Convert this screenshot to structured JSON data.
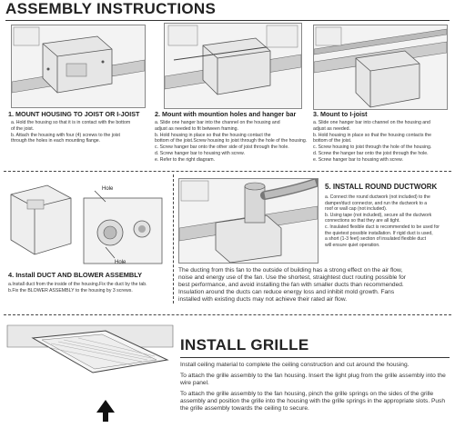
{
  "header": {
    "title": "ASSEMBLY INSTRUCTIONS"
  },
  "steps": [
    {
      "title": "1. MOUNT HOUSING TO JOIST OR I-JOIST",
      "lines": [
        "a. Hold the housing so that it is in contact with the bottom",
        "    of the joist.",
        "b. Attach the housing with four (4) screws to the joist",
        "    through the holes in each mounting flange."
      ]
    },
    {
      "title": "2. Mount with mountion holes and hanger bar",
      "lines": [
        "a. Slide one hanger bar into the channel on the housing and",
        "    adjust as needed to fit between framing.",
        "b. Hold housing in place so that the housing contact the",
        "    bottom of the joist.Screw housing to joist through the hole of the housing.",
        "c. Screw hanger bar onto the other side of joist through the hole.",
        "d. Screw hanger bar to housing with screw.",
        "e. Refer to the right diagram."
      ]
    },
    {
      "title": "3. Mount to I-joist",
      "lines": [
        "a. Slide one hanger bar into channel on the housing and",
        "    adjust as needed.",
        "b. Hold housing in place so that the housing contacts the",
        "    bottom of the joist.",
        "c. Screw housing to joist through the hole of the housing.",
        "d. Screw the hanger bar onto the joist through the hole.",
        "e. Screw hanger bar to housing with screw."
      ]
    }
  ],
  "step4": {
    "labels": [
      "Hole",
      "Hole"
    ],
    "title": "4. Install DUCT AND BLOWER ASSEMBLY",
    "lines": [
      "a.Install duct from the inside of the housing.Fix the duct by the tab.",
      "b.Fix the BLOWER ASSEMBLY to the housing by 3 screws."
    ]
  },
  "step5": {
    "title": "5. INSTALL ROUND DUCTWORK",
    "lines": [
      "a. Connect the round ductwork (not included) to the",
      "    damper/duct connector, and run the ductwork to a",
      "    roof or wall cap (not included).",
      "b. Using tape (not included), secure all the ductwork",
      "    connections so that they are all tight.",
      "c. Insulated flexible duct is recommended to be used for",
      "    the quietest possible installation. If rigid duct is used,",
      "    a short (1-3 feet) section of insulated flexible duct",
      "    will ensure quiet operation."
    ]
  },
  "ducting_note": [
    "The ducting from this fan to the outside of building has a strong effect on the air flow,",
    "noise and energy use of the fan. Use the shortest, straightest duct routing possible for",
    "best performance, and avoid installing the fan with smaller ducts than recommended.",
    "Insulation around the ducts can reduce energy loss and inhibit mold growth. Fans",
    "installed with existing ducts may not achieve their rated air flow."
  ],
  "grille": {
    "title": "INSTALL GRILLE",
    "paragraphs": [
      "Install ceiling material to complete the ceiling construction and cut around the housing.",
      "To attach the grille assembly to the fan housing. Insert the light plug from the grille assembly into the wire panel.",
      "To attach the grille assembly to the fan housing, pinch the grille springs on the sides of the grille assembly and position the grille into the housing with the grille springs in the appropriate slots. Push the grille assembly towards the ceiling to secure."
    ]
  }
}
